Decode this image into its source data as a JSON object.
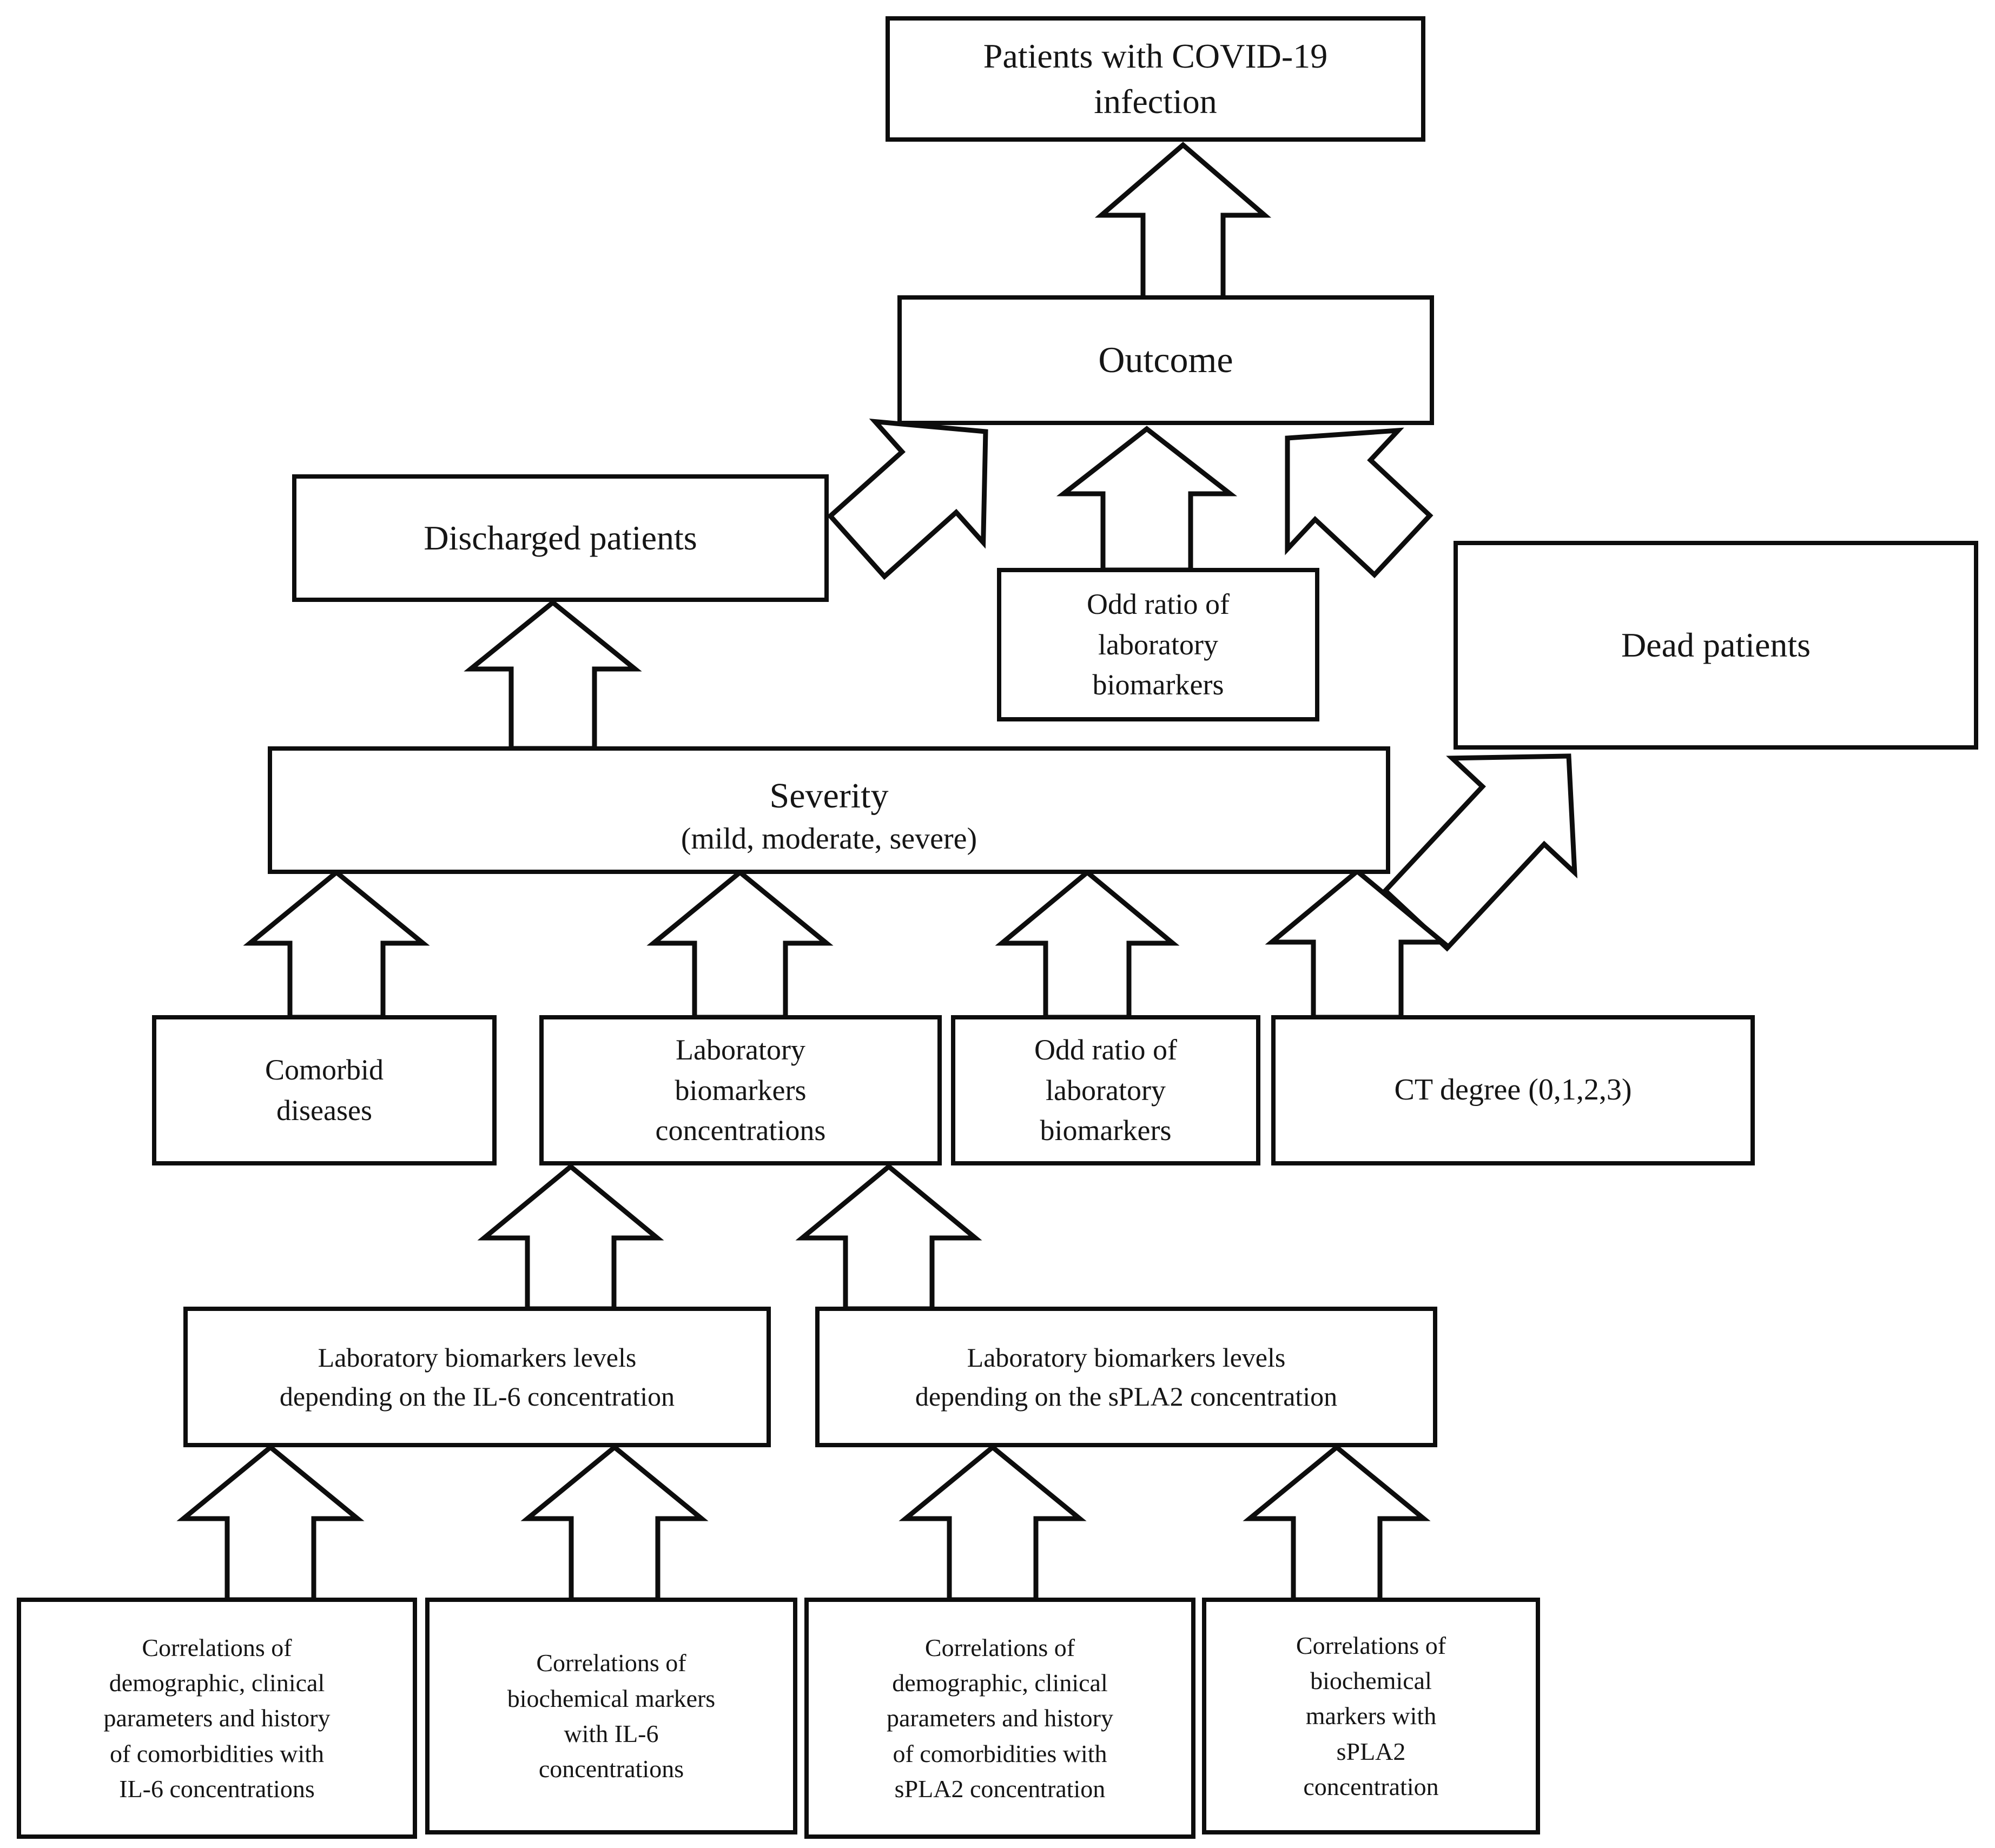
{
  "colors": {
    "background": "#ffffff",
    "line": "#0d0d0d",
    "text": "#151515"
  },
  "diagram": {
    "nodes": {
      "patients": {
        "label": "Patients with COVID-19\ninfection"
      },
      "outcome": {
        "label": "Outcome"
      },
      "discharged": {
        "label": "Discharged patients"
      },
      "odd_ratio_outcome": {
        "label": "Odd ratio of\nlaboratory\nbiomarkers"
      },
      "dead": {
        "label": "Dead patients"
      },
      "severity": {
        "label": "Severity",
        "sublabel": "(mild, moderate, severe)"
      },
      "comorbid": {
        "label": "Comorbid\ndiseases"
      },
      "lab_concentrations": {
        "label": "Laboratory\nbiomarkers\nconcentrations"
      },
      "odd_ratio_severity": {
        "label": "Odd ratio of\nlaboratory\nbiomarkers"
      },
      "ct_degree": {
        "label": "CT degree (0,1,2,3)"
      },
      "il6_levels": {
        "label": "Laboratory biomarkers levels\ndepending on the IL-6 concentration"
      },
      "spla2_levels": {
        "label": "Laboratory biomarkers levels\ndepending on the sPLA2 concentration"
      },
      "corr_demo_il6": {
        "label": "Correlations of\ndemographic, clinical\nparameters and history\nof comorbidities with\nIL-6 concentrations"
      },
      "corr_biochem_il6": {
        "label": "Correlations of\nbiochemical markers\nwith IL-6\nconcentrations"
      },
      "corr_demo_spla2": {
        "label": "Correlations of\ndemographic, clinical\nparameters and history\nof comorbidities with\nsPLA2 concentration"
      },
      "corr_biochem_spla2": {
        "label": "Correlations of\nbiochemical\nmarkers with\nsPLA2\nconcentration"
      }
    },
    "edges": [
      {
        "id": "e1",
        "from": "outcome",
        "to": "patients"
      },
      {
        "id": "e2",
        "from": "odd_ratio_outcome",
        "to": "outcome"
      },
      {
        "id": "e3",
        "from": "discharged",
        "to": "outcome"
      },
      {
        "id": "e4",
        "from": "dead",
        "to": "outcome"
      },
      {
        "id": "e5",
        "from": "severity",
        "to": "discharged"
      },
      {
        "id": "e6",
        "from": "severity",
        "to": "dead"
      },
      {
        "id": "e7",
        "from": "comorbid",
        "to": "severity"
      },
      {
        "id": "e8",
        "from": "lab_concentrations",
        "to": "severity"
      },
      {
        "id": "e9",
        "from": "odd_ratio_severity",
        "to": "severity"
      },
      {
        "id": "e10",
        "from": "ct_degree",
        "to": "severity"
      },
      {
        "id": "e11",
        "from": "il6_levels",
        "to": "lab_concentrations"
      },
      {
        "id": "e12",
        "from": "spla2_levels",
        "to": "lab_concentrations"
      },
      {
        "id": "e13",
        "from": "corr_demo_il6",
        "to": "il6_levels"
      },
      {
        "id": "e14",
        "from": "corr_biochem_il6",
        "to": "il6_levels"
      },
      {
        "id": "e15",
        "from": "corr_demo_spla2",
        "to": "spla2_levels"
      },
      {
        "id": "e16",
        "from": "corr_biochem_spla2",
        "to": "spla2_levels"
      }
    ]
  }
}
